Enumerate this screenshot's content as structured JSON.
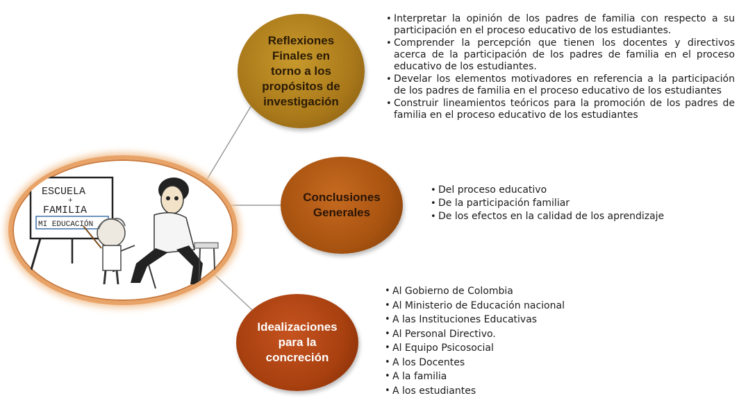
{
  "colors": {
    "node_reflexiones": "#a9781a",
    "node_conclusiones": "#a85310",
    "node_idealizaciones": "#a8400f",
    "hub_border": "#e8a368",
    "connector": "#9a9a9a"
  },
  "hub": {
    "image_semantic": "cartoon-teacher-and-child-at-easel",
    "easel_text": [
      "ESCUELA",
      "+",
      "FAMILIA",
      "MI EDUCACIÓN"
    ]
  },
  "nodes": [
    {
      "title_lines": [
        "Reflexiones",
        "Finales en",
        "torno a los",
        "propósitos de",
        "investigación"
      ],
      "items": [
        "Interpretar la opinión de los padres de familia con respecto a su participación en el proceso educativo de los estudiantes.",
        "Comprender la percepción que tienen los docentes y directivos acerca de la participación de los padres de familia en el proceso educativo de los estudiantes.",
        "Develar los elementos motivadores en referencia a la participación de los padres de familia en el proceso educativo de los estudiantes",
        "Construir lineamientos teóricos para la promoción de los padres de familia en el proceso educativo de los estudiantes"
      ]
    },
    {
      "title_lines": [
        "Conclusiones",
        "Generales"
      ],
      "items": [
        "Del proceso educativo",
        "De la participación familiar",
        "De los efectos en la calidad de los aprendizaje"
      ]
    },
    {
      "title_lines": [
        "Idealizaciones",
        "para la",
        "concreción"
      ],
      "items": [
        "Al Gobierno de Colombia",
        "Al Ministerio de Educación nacional",
        "A las Instituciones Educativas",
        "Al Personal Directivo.",
        "Al Equipo Psicosocial",
        "A los Docentes",
        "A la familia",
        "A los estudiantes"
      ]
    }
  ]
}
